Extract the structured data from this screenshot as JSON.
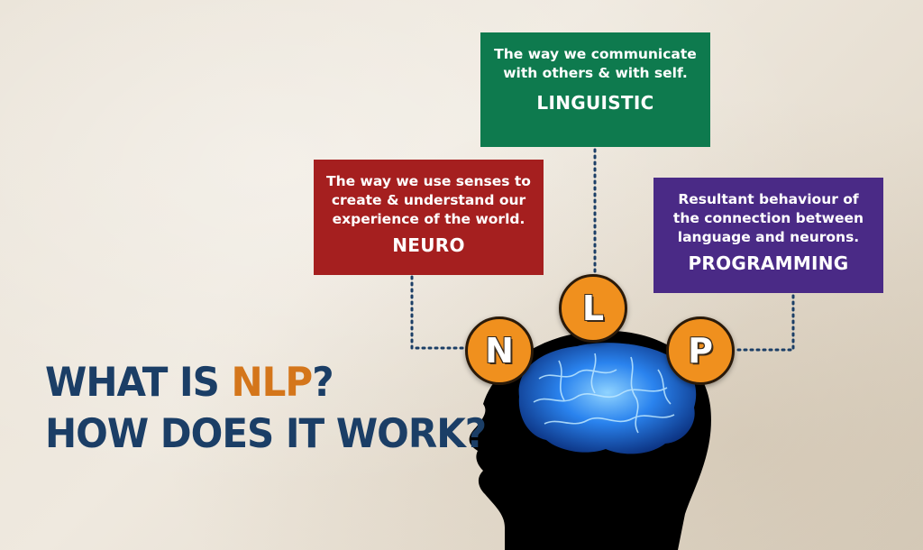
{
  "heading": {
    "line1_prefix": "WHAT IS ",
    "line1_accent": "NLP",
    "line1_suffix": "?",
    "line2": "HOW DOES IT WORK?"
  },
  "boxes": {
    "linguistic": {
      "desc_line1": "The way we communicate",
      "desc_line2": "with others & with self.",
      "title": "LINGUISTIC",
      "color": "#0e7a4e"
    },
    "neuro": {
      "desc_line1": "The way we use senses to",
      "desc_line2": "create & understand our",
      "desc_line3": "experience of the world.",
      "title": "NEURO",
      "color": "#a51f1f"
    },
    "programming": {
      "desc_line1": "Resultant behaviour of",
      "desc_line2": "the connection between",
      "desc_line3": "language and neurons.",
      "title": "PROGRAMMING",
      "color": "#4a2a86"
    }
  },
  "circles": {
    "n": "N",
    "l": "L",
    "p": "P",
    "color": "#f0901e"
  },
  "colors": {
    "heading": "#1b3e66",
    "accent": "#d4761b",
    "connector": "#1b3e66",
    "brain": "#1e6fd9"
  },
  "icons": [
    "head-silhouette-icon",
    "brain-icon"
  ]
}
